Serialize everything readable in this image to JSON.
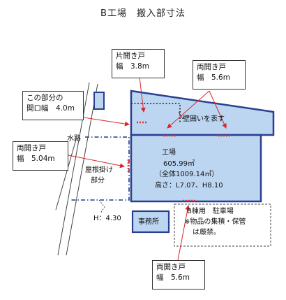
{
  "title": "B工場　搬入部寸法",
  "callouts": {
    "door_top_left": {
      "line1": "片開き戸",
      "line2": "幅　3.8m"
    },
    "door_top_right": {
      "line1": "両開き戸",
      "line2": "幅　5.6m"
    },
    "opening": {
      "line1": "この部分の",
      "line2": "開口幅　4.0m"
    },
    "door_left": {
      "line1": "両開き戸",
      "line2": "幅　5.04m"
    },
    "door_bottom": {
      "line1": "両開き戸",
      "line2": "幅　5.6m"
    }
  },
  "labels": {
    "waterway": "水路",
    "wall_note": "壁囲いを表す",
    "factory": "工場",
    "area": "605.99㎡",
    "area_total": "（全体1009.14㎡）",
    "height": "高さ：L7.07、H8.10",
    "roof_line1": "屋根掛け",
    "roof_line2": "部分",
    "roof_height": "H：4.30",
    "office": "事務所",
    "parking_line1": "B棟用　駐車場",
    "parking_line2": "※物品の集積・保管",
    "parking_line3": "は厳禁。"
  },
  "colors": {
    "building_fill": "#bcd6f2",
    "building_stroke": "#2a3f8f",
    "arrow": "#d9262b",
    "dash_red": "#e0303a"
  }
}
